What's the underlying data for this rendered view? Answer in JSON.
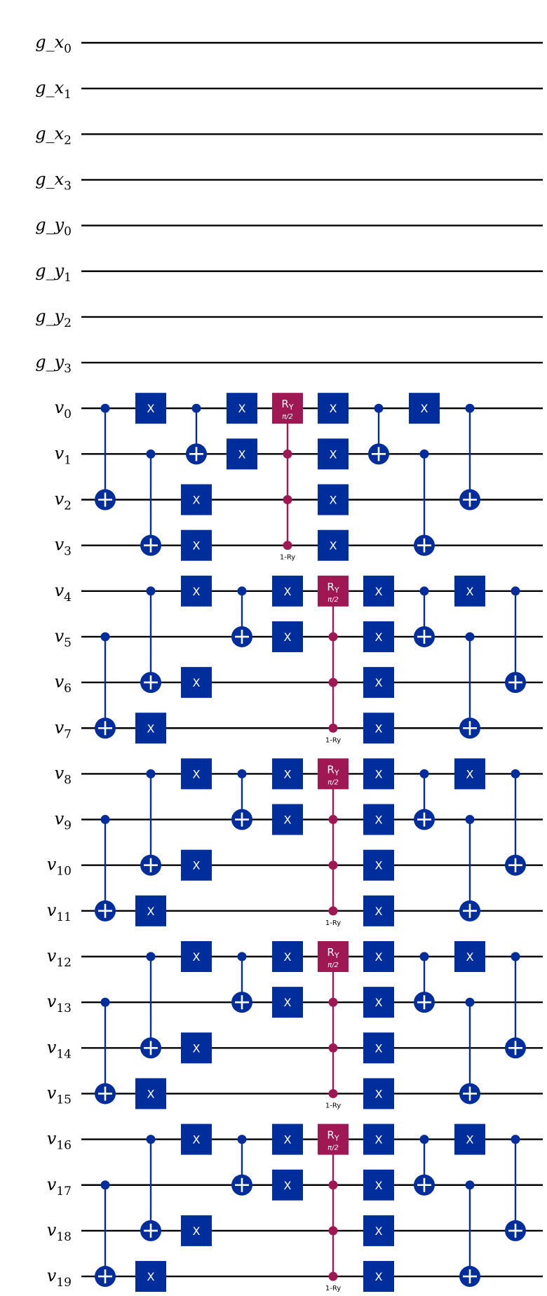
{
  "colors": {
    "wire": "#000000",
    "gate": "#002d9c",
    "ry": "#9f1853",
    "gate_text": "#ffffff"
  },
  "qubits": [
    {
      "base": "g_x",
      "sub": "0"
    },
    {
      "base": "g_x",
      "sub": "1"
    },
    {
      "base": "g_x",
      "sub": "2"
    },
    {
      "base": "g_x",
      "sub": "3"
    },
    {
      "base": "g_y",
      "sub": "0"
    },
    {
      "base": "g_y",
      "sub": "1"
    },
    {
      "base": "g_y",
      "sub": "2"
    },
    {
      "base": "g_y",
      "sub": "3"
    },
    {
      "base": "v",
      "sub": "0"
    },
    {
      "base": "v",
      "sub": "1"
    },
    {
      "base": "v",
      "sub": "2"
    },
    {
      "base": "v",
      "sub": "3"
    },
    {
      "base": "v",
      "sub": "4"
    },
    {
      "base": "v",
      "sub": "5"
    },
    {
      "base": "v",
      "sub": "6"
    },
    {
      "base": "v",
      "sub": "7"
    },
    {
      "base": "v",
      "sub": "8"
    },
    {
      "base": "v",
      "sub": "9"
    },
    {
      "base": "v",
      "sub": "10"
    },
    {
      "base": "v",
      "sub": "11"
    },
    {
      "base": "v",
      "sub": "12"
    },
    {
      "base": "v",
      "sub": "13"
    },
    {
      "base": "v",
      "sub": "14"
    },
    {
      "base": "v",
      "sub": "15"
    },
    {
      "base": "v",
      "sub": "16"
    },
    {
      "base": "v",
      "sub": "17"
    },
    {
      "base": "v",
      "sub": "18"
    },
    {
      "base": "v",
      "sub": "19"
    }
  ],
  "gate_labels": {
    "x": "X",
    "ry_base": "R",
    "ry_sub": "Y",
    "ry_param": "π/2",
    "ctrl_label": "1-Ry"
  },
  "gates": [
    {
      "type": "cx",
      "col": 0,
      "ctrl": [
        8
      ],
      "tgt": 10
    },
    {
      "type": "x",
      "col": 1,
      "q": 8
    },
    {
      "type": "cx",
      "col": 1,
      "ctrl": [
        9
      ],
      "tgt": 11
    },
    {
      "type": "cx",
      "col": 2,
      "ctrl": [
        8
      ],
      "tgt": 9
    },
    {
      "type": "x",
      "col": 2,
      "q": 10
    },
    {
      "type": "x",
      "col": 2,
      "q": 11
    },
    {
      "type": "x",
      "col": 3,
      "q": 8
    },
    {
      "type": "x",
      "col": 3,
      "q": 9
    },
    {
      "type": "mcry",
      "col": 4,
      "ctrl": [
        9,
        10,
        11
      ],
      "tgt": 8
    },
    {
      "type": "x",
      "col": 5,
      "q": 8
    },
    {
      "type": "x",
      "col": 5,
      "q": 9
    },
    {
      "type": "x",
      "col": 5,
      "q": 10
    },
    {
      "type": "x",
      "col": 5,
      "q": 11
    },
    {
      "type": "cx",
      "col": 6,
      "ctrl": [
        8
      ],
      "tgt": 9
    },
    {
      "type": "x",
      "col": 7,
      "q": 8
    },
    {
      "type": "cx",
      "col": 7,
      "ctrl": [
        9
      ],
      "tgt": 11
    },
    {
      "type": "cx",
      "col": 8,
      "ctrl": [
        8
      ],
      "tgt": 10
    },
    {
      "type": "cx",
      "col": 0,
      "ctrl": [
        13
      ],
      "tgt": 15
    },
    {
      "type": "cx",
      "col": 1,
      "ctrl": [
        12
      ],
      "tgt": 14
    },
    {
      "type": "x",
      "col": 1,
      "q": 15
    },
    {
      "type": "x",
      "col": 2,
      "q": 12
    },
    {
      "type": "x",
      "col": 2,
      "q": 14
    },
    {
      "type": "cx",
      "col": 3,
      "ctrl": [
        12
      ],
      "tgt": 13
    },
    {
      "type": "x",
      "col": 4,
      "q": 12
    },
    {
      "type": "x",
      "col": 4,
      "q": 13
    },
    {
      "type": "mcry",
      "col": 5,
      "ctrl": [
        13,
        14,
        15
      ],
      "tgt": 12
    },
    {
      "type": "x",
      "col": 6,
      "q": 12
    },
    {
      "type": "x",
      "col": 6,
      "q": 13
    },
    {
      "type": "x",
      "col": 6,
      "q": 14
    },
    {
      "type": "x",
      "col": 6,
      "q": 15
    },
    {
      "type": "cx",
      "col": 7,
      "ctrl": [
        12
      ],
      "tgt": 13
    },
    {
      "type": "x",
      "col": 8,
      "q": 12
    },
    {
      "type": "cx",
      "col": 8,
      "ctrl": [
        13
      ],
      "tgt": 15
    },
    {
      "type": "cx",
      "col": 9,
      "ctrl": [
        12
      ],
      "tgt": 14
    },
    {
      "type": "cx",
      "col": 0,
      "ctrl": [
        17
      ],
      "tgt": 19
    },
    {
      "type": "cx",
      "col": 1,
      "ctrl": [
        16
      ],
      "tgt": 18
    },
    {
      "type": "x",
      "col": 1,
      "q": 19
    },
    {
      "type": "x",
      "col": 2,
      "q": 16
    },
    {
      "type": "x",
      "col": 2,
      "q": 18
    },
    {
      "type": "cx",
      "col": 3,
      "ctrl": [
        16
      ],
      "tgt": 17
    },
    {
      "type": "x",
      "col": 4,
      "q": 16
    },
    {
      "type": "x",
      "col": 4,
      "q": 17
    },
    {
      "type": "mcry",
      "col": 5,
      "ctrl": [
        17,
        18,
        19
      ],
      "tgt": 16
    },
    {
      "type": "x",
      "col": 6,
      "q": 16
    },
    {
      "type": "x",
      "col": 6,
      "q": 17
    },
    {
      "type": "x",
      "col": 6,
      "q": 18
    },
    {
      "type": "x",
      "col": 6,
      "q": 19
    },
    {
      "type": "cx",
      "col": 7,
      "ctrl": [
        16
      ],
      "tgt": 17
    },
    {
      "type": "x",
      "col": 8,
      "q": 16
    },
    {
      "type": "cx",
      "col": 8,
      "ctrl": [
        17
      ],
      "tgt": 19
    },
    {
      "type": "cx",
      "col": 9,
      "ctrl": [
        16
      ],
      "tgt": 18
    },
    {
      "type": "cx",
      "col": 0,
      "ctrl": [
        21
      ],
      "tgt": 23
    },
    {
      "type": "cx",
      "col": 1,
      "ctrl": [
        20
      ],
      "tgt": 22
    },
    {
      "type": "x",
      "col": 1,
      "q": 23
    },
    {
      "type": "x",
      "col": 2,
      "q": 20
    },
    {
      "type": "x",
      "col": 2,
      "q": 22
    },
    {
      "type": "cx",
      "col": 3,
      "ctrl": [
        20
      ],
      "tgt": 21
    },
    {
      "type": "x",
      "col": 4,
      "q": 20
    },
    {
      "type": "x",
      "col": 4,
      "q": 21
    },
    {
      "type": "mcry",
      "col": 5,
      "ctrl": [
        21,
        22,
        23
      ],
      "tgt": 20
    },
    {
      "type": "x",
      "col": 6,
      "q": 20
    },
    {
      "type": "x",
      "col": 6,
      "q": 21
    },
    {
      "type": "x",
      "col": 6,
      "q": 22
    },
    {
      "type": "x",
      "col": 6,
      "q": 23
    },
    {
      "type": "cx",
      "col": 7,
      "ctrl": [
        20
      ],
      "tgt": 21
    },
    {
      "type": "x",
      "col": 8,
      "q": 20
    },
    {
      "type": "cx",
      "col": 8,
      "ctrl": [
        21
      ],
      "tgt": 23
    },
    {
      "type": "cx",
      "col": 9,
      "ctrl": [
        20
      ],
      "tgt": 22
    },
    {
      "type": "cx",
      "col": 0,
      "ctrl": [
        25
      ],
      "tgt": 27
    },
    {
      "type": "cx",
      "col": 1,
      "ctrl": [
        24
      ],
      "tgt": 26
    },
    {
      "type": "x",
      "col": 1,
      "q": 27
    },
    {
      "type": "x",
      "col": 2,
      "q": 24
    },
    {
      "type": "x",
      "col": 2,
      "q": 26
    },
    {
      "type": "cx",
      "col": 3,
      "ctrl": [
        24
      ],
      "tgt": 25
    },
    {
      "type": "x",
      "col": 4,
      "q": 24
    },
    {
      "type": "x",
      "col": 4,
      "q": 25
    },
    {
      "type": "mcry",
      "col": 5,
      "ctrl": [
        25,
        26,
        27
      ],
      "tgt": 24
    },
    {
      "type": "x",
      "col": 6,
      "q": 24
    },
    {
      "type": "x",
      "col": 6,
      "q": 25
    },
    {
      "type": "x",
      "col": 6,
      "q": 26
    },
    {
      "type": "x",
      "col": 6,
      "q": 27
    },
    {
      "type": "cx",
      "col": 7,
      "ctrl": [
        24
      ],
      "tgt": 25
    },
    {
      "type": "x",
      "col": 8,
      "q": 24
    },
    {
      "type": "cx",
      "col": 8,
      "ctrl": [
        25
      ],
      "tgt": 27
    },
    {
      "type": "cx",
      "col": 9,
      "ctrl": [
        24
      ],
      "tgt": 26
    }
  ]
}
